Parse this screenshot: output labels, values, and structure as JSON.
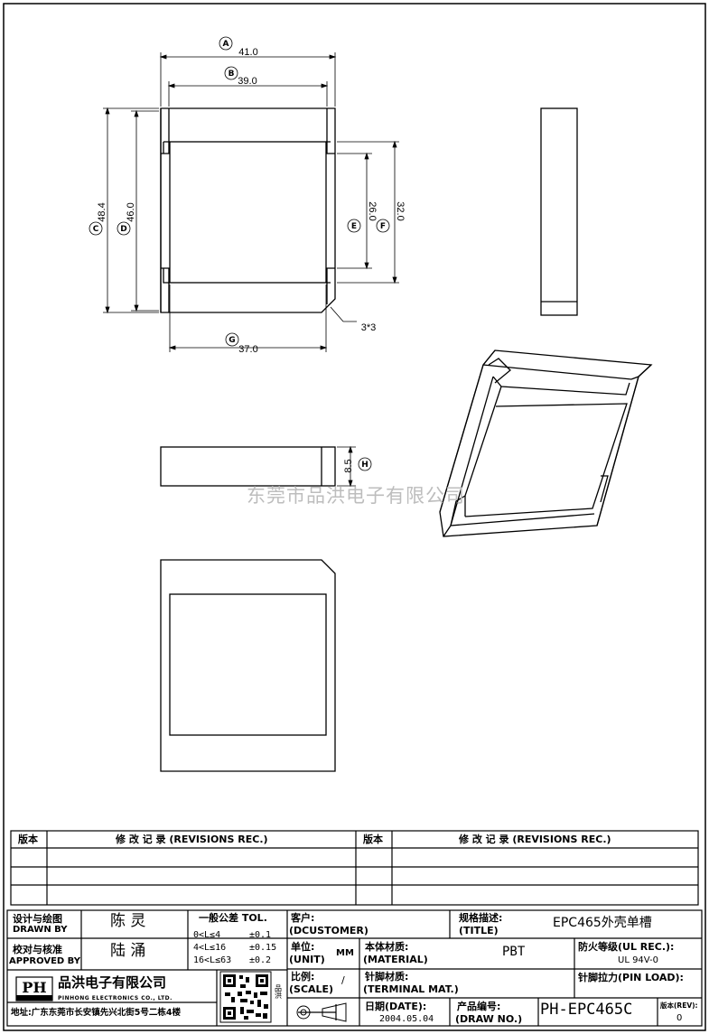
{
  "drawing": {
    "dims": {
      "top_outer": {
        "label": "A",
        "value": "41.0"
      },
      "top_inner": {
        "label": "B",
        "value": "39.0"
      },
      "left_outer": {
        "label": "C",
        "value": "48.4"
      },
      "left_inner": {
        "label": "D",
        "value": "46.0"
      },
      "right_inner": {
        "label": "E",
        "value": "26.0"
      },
      "right_outer": {
        "label": "F",
        "value": "32.0"
      },
      "bottom": {
        "label": "G",
        "value": "37.0"
      },
      "chamfer": "3*3",
      "height": {
        "label": "H",
        "value": "8.5"
      }
    },
    "watermark": "东莞市品洪电子有限公司"
  },
  "revisions": {
    "ver_header": "版本",
    "rec_header": "修 改 记 录 (REVISIONS REC.)"
  },
  "title_block": {
    "design_label_cn": "设计与绘图",
    "design_label_en": "DRAWN BY",
    "designer": "陈 灵",
    "approve_label_cn": "校对与核准",
    "approve_label_en": "APPROVED BY",
    "approver": "陆 涌",
    "tol_title": "一般公差 TOL.",
    "tol_rows": [
      {
        "range": "0<L≤4",
        "tol": "±0.1"
      },
      {
        "range": "4<L≤16",
        "tol": "±0.15"
      },
      {
        "range": "16<L≤63",
        "tol": "±0.2"
      }
    ],
    "company_cn": "品洪电子有限公司",
    "company_en": "PINHONG ELECTRONICS CO., LTD.",
    "logo_text": "PH",
    "address": "地址:广东东莞市长安镇先兴北街5号二栋4楼",
    "qr_side": "品洪",
    "customer_label_cn": "客户:",
    "customer_label_en": "(DCUSTOMER)",
    "customer": "",
    "unit_label_cn": "单位:",
    "unit_label_en": "(UNIT)",
    "unit": "MM",
    "scale_label_cn": "比例:",
    "scale_label_en": "(SCALE)",
    "scale": "/",
    "title_label_cn": "规格描述:",
    "title_label_en": "(TITLE)",
    "title": "EPC465外壳单槽",
    "material_label_cn": "本体材质:",
    "material_label_en": "(MATERIAL)",
    "material": "PBT",
    "terminal_label_cn": "针脚材质:",
    "terminal_label_en": "(TERMINAL MAT.)",
    "terminal": "",
    "date_label_cn": "日期(DATE):",
    "date": "2004.05.04",
    "drawno_label_cn": "产品编号:",
    "drawno_label_en": "(DRAW NO.)",
    "drawno": "PH-EPC465C",
    "fire_label": "防火等级(UL REC.):",
    "fire": "UL 94V-0",
    "pinload_label": "针脚拉力(PIN LOAD):",
    "rev_label": "版本(REV):",
    "rev": "0"
  }
}
